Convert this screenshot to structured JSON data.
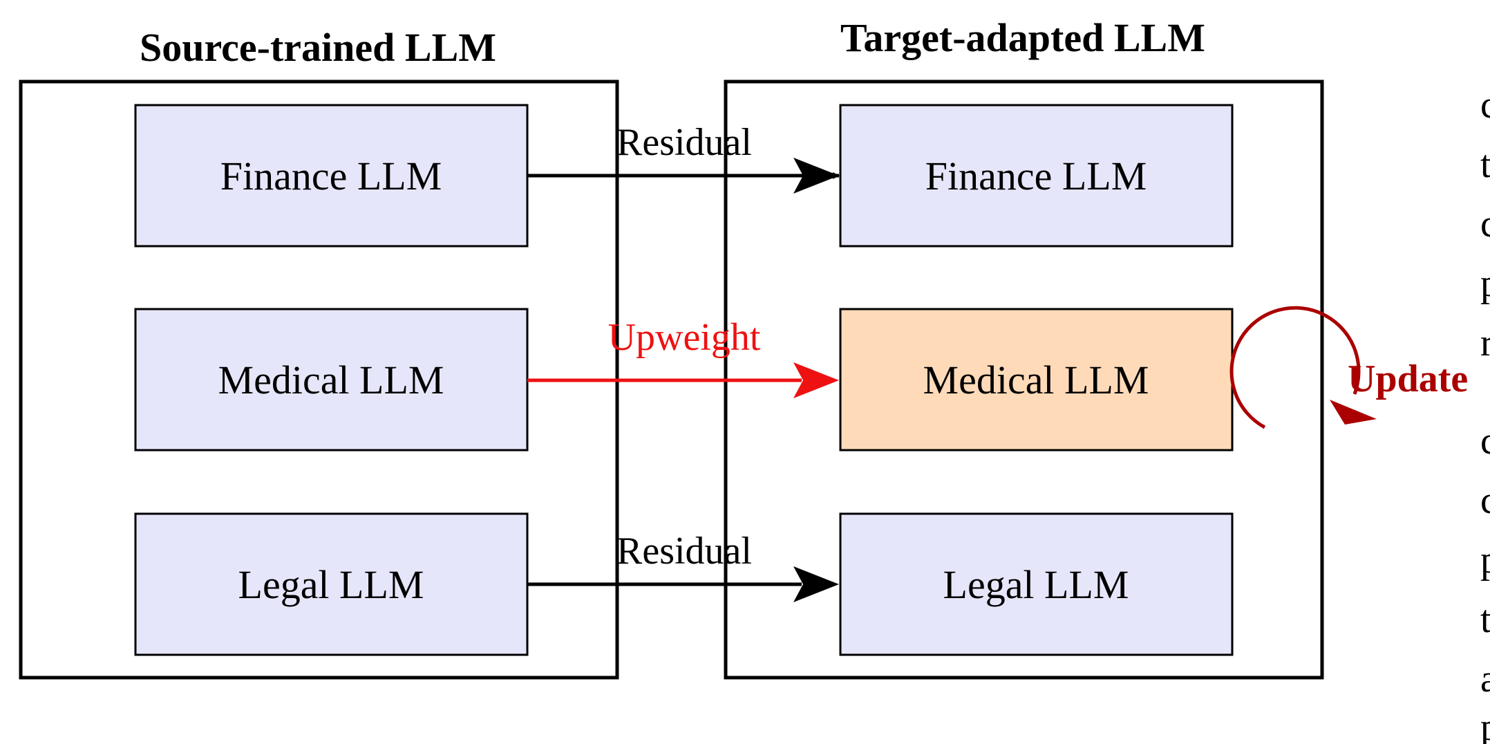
{
  "source": {
    "title": "Source-trained LLM",
    "boxes": [
      "Finance LLM",
      "Medical LLM",
      "Legal LLM"
    ]
  },
  "target": {
    "title": "Target-adapted LLM",
    "boxes": [
      "Finance LLM",
      "Medical LLM",
      "Legal LLM"
    ]
  },
  "edges": [
    {
      "label": "Residual"
    },
    {
      "label": "Upweight"
    },
    {
      "label": "Residual"
    }
  ],
  "self_loop": {
    "label": "Update"
  },
  "side_text": {
    "letters": [
      "c",
      "t",
      "c",
      "p",
      "r",
      "c",
      "c",
      "p",
      "t",
      "a",
      "p"
    ]
  },
  "colors": {
    "box_fill": "#e6e6fa",
    "highlight_fill": "#ffdab9",
    "upweight": "#ee1111",
    "update": "#aa0000",
    "stroke": "#000000"
  }
}
